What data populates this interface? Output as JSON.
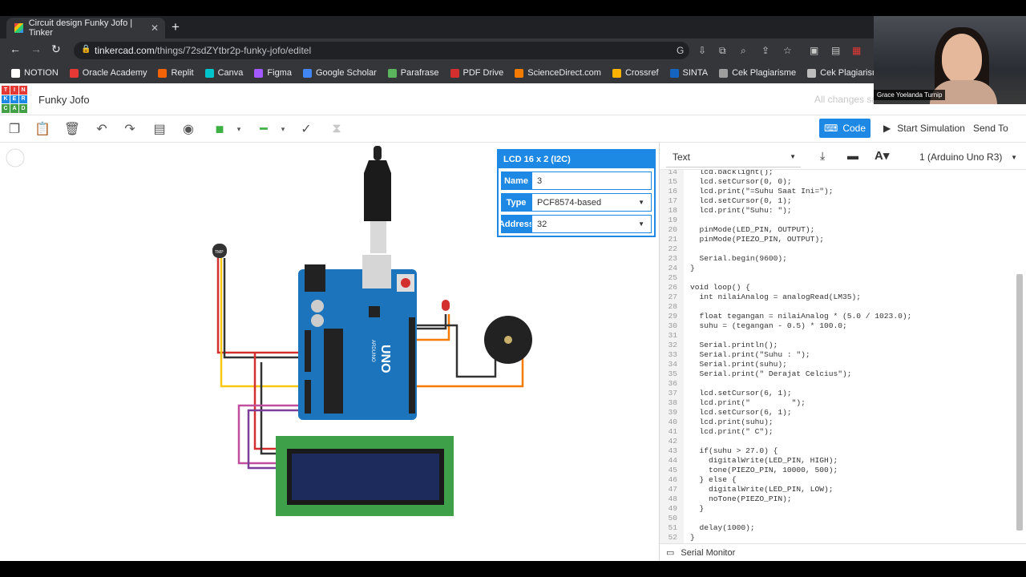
{
  "browser": {
    "tab_title": "Circuit design Funky Jofo | Tinker",
    "url_host": "tinkercad.com",
    "url_path": "/things/72sdZYtbr2p-funky-jofo/editel",
    "bookmarks": [
      {
        "label": "NOTION",
        "color": "#ffffff"
      },
      {
        "label": "Oracle Academy",
        "color": "#e53935"
      },
      {
        "label": "Replit",
        "color": "#f26207"
      },
      {
        "label": "Canva",
        "color": "#00c4cc"
      },
      {
        "label": "Figma",
        "color": "#a259ff"
      },
      {
        "label": "Google Scholar",
        "color": "#4285f4"
      },
      {
        "label": "Parafrase",
        "color": "#5ab55e"
      },
      {
        "label": "PDF Drive",
        "color": "#d32f2f"
      },
      {
        "label": "ScienceDirect.com",
        "color": "#f57c00"
      },
      {
        "label": "Crossref",
        "color": "#ffb300"
      },
      {
        "label": "SINTA",
        "color": "#1565c0"
      },
      {
        "label": "Cek Plagiarisme",
        "color": "#9e9e9e"
      },
      {
        "label": "Cek Plagiarisme",
        "color": "#bdbdbd"
      }
    ]
  },
  "webcam": {
    "name": "Grace Yoelanda Turnip"
  },
  "app": {
    "logo_letters": [
      "T",
      "I",
      "N",
      "K",
      "E",
      "R",
      "C",
      "A",
      "D"
    ],
    "logo_colors": [
      "#e53935",
      "#e53935",
      "#e53935",
      "#1e88e5",
      "#1e88e5",
      "#1e88e5",
      "#43a047",
      "#43a047",
      "#43a047"
    ],
    "project_name": "Funky Jofo",
    "save_status": "All changes saved",
    "code_label": "Code",
    "sim_label": "Start Simulation",
    "send_label": "Send To"
  },
  "inspector": {
    "title": "LCD 16 x 2 (I2C)",
    "fields": [
      {
        "label": "Name",
        "value": "3"
      },
      {
        "label": "Type",
        "value": "PCF8574-based"
      },
      {
        "label": "Address",
        "value": "32"
      }
    ]
  },
  "code_panel": {
    "mode": "Text",
    "device": "1 (Arduino Uno R3)",
    "serial_monitor": "Serial Monitor",
    "lines": [
      {
        "n": "14",
        "t": "  lcd.backlight();"
      },
      {
        "n": "15",
        "t": "  lcd.setCursor(0, 0);"
      },
      {
        "n": "16",
        "t": "  lcd.print(\"=Suhu Saat Ini=\");"
      },
      {
        "n": "17",
        "t": "  lcd.setCursor(0, 1);"
      },
      {
        "n": "18",
        "t": "  lcd.print(\"Suhu: \");"
      },
      {
        "n": "19",
        "t": ""
      },
      {
        "n": "20",
        "t": "  pinMode(LED_PIN, OUTPUT);"
      },
      {
        "n": "21",
        "t": "  pinMode(PIEZO_PIN, OUTPUT);"
      },
      {
        "n": "22",
        "t": ""
      },
      {
        "n": "23",
        "t": "  Serial.begin(9600);"
      },
      {
        "n": "24",
        "t": "}"
      },
      {
        "n": "25",
        "t": ""
      },
      {
        "n": "26",
        "t": "void loop() {"
      },
      {
        "n": "27",
        "t": "  int nilaiAnalog = analogRead(LM35);"
      },
      {
        "n": "28",
        "t": ""
      },
      {
        "n": "29",
        "t": "  float tegangan = nilaiAnalog * (5.0 / 1023.0);"
      },
      {
        "n": "30",
        "t": "  suhu = (tegangan - 0.5) * 100.0;"
      },
      {
        "n": "31",
        "t": ""
      },
      {
        "n": "32",
        "t": "  Serial.println();"
      },
      {
        "n": "33",
        "t": "  Serial.print(\"Suhu : \");"
      },
      {
        "n": "34",
        "t": "  Serial.print(suhu);"
      },
      {
        "n": "35",
        "t": "  Serial.print(\" Derajat Celcius\");"
      },
      {
        "n": "36",
        "t": ""
      },
      {
        "n": "37",
        "t": "  lcd.setCursor(6, 1);"
      },
      {
        "n": "38",
        "t": "  lcd.print(\"         \");"
      },
      {
        "n": "39",
        "t": "  lcd.setCursor(6, 1);"
      },
      {
        "n": "40",
        "t": "  lcd.print(suhu);"
      },
      {
        "n": "41",
        "t": "  lcd.print(\" C\");"
      },
      {
        "n": "42",
        "t": ""
      },
      {
        "n": "43",
        "t": "  if(suhu > 27.0) {"
      },
      {
        "n": "44",
        "t": "    digitalWrite(LED_PIN, HIGH);"
      },
      {
        "n": "45",
        "t": "    tone(PIEZO_PIN, 10000, 500);"
      },
      {
        "n": "46",
        "t": "  } else {"
      },
      {
        "n": "47",
        "t": "    digitalWrite(LED_PIN, LOW);"
      },
      {
        "n": "48",
        "t": "    noTone(PIEZO_PIN);"
      },
      {
        "n": "49",
        "t": "  }"
      },
      {
        "n": "50",
        "t": ""
      },
      {
        "n": "51",
        "t": "  delay(1000);"
      },
      {
        "n": "52",
        "t": "}"
      }
    ]
  },
  "circuit": {
    "arduino_label": "UNO",
    "arduino_brand": "ARDUINO",
    "sensor_label": "TMP"
  }
}
